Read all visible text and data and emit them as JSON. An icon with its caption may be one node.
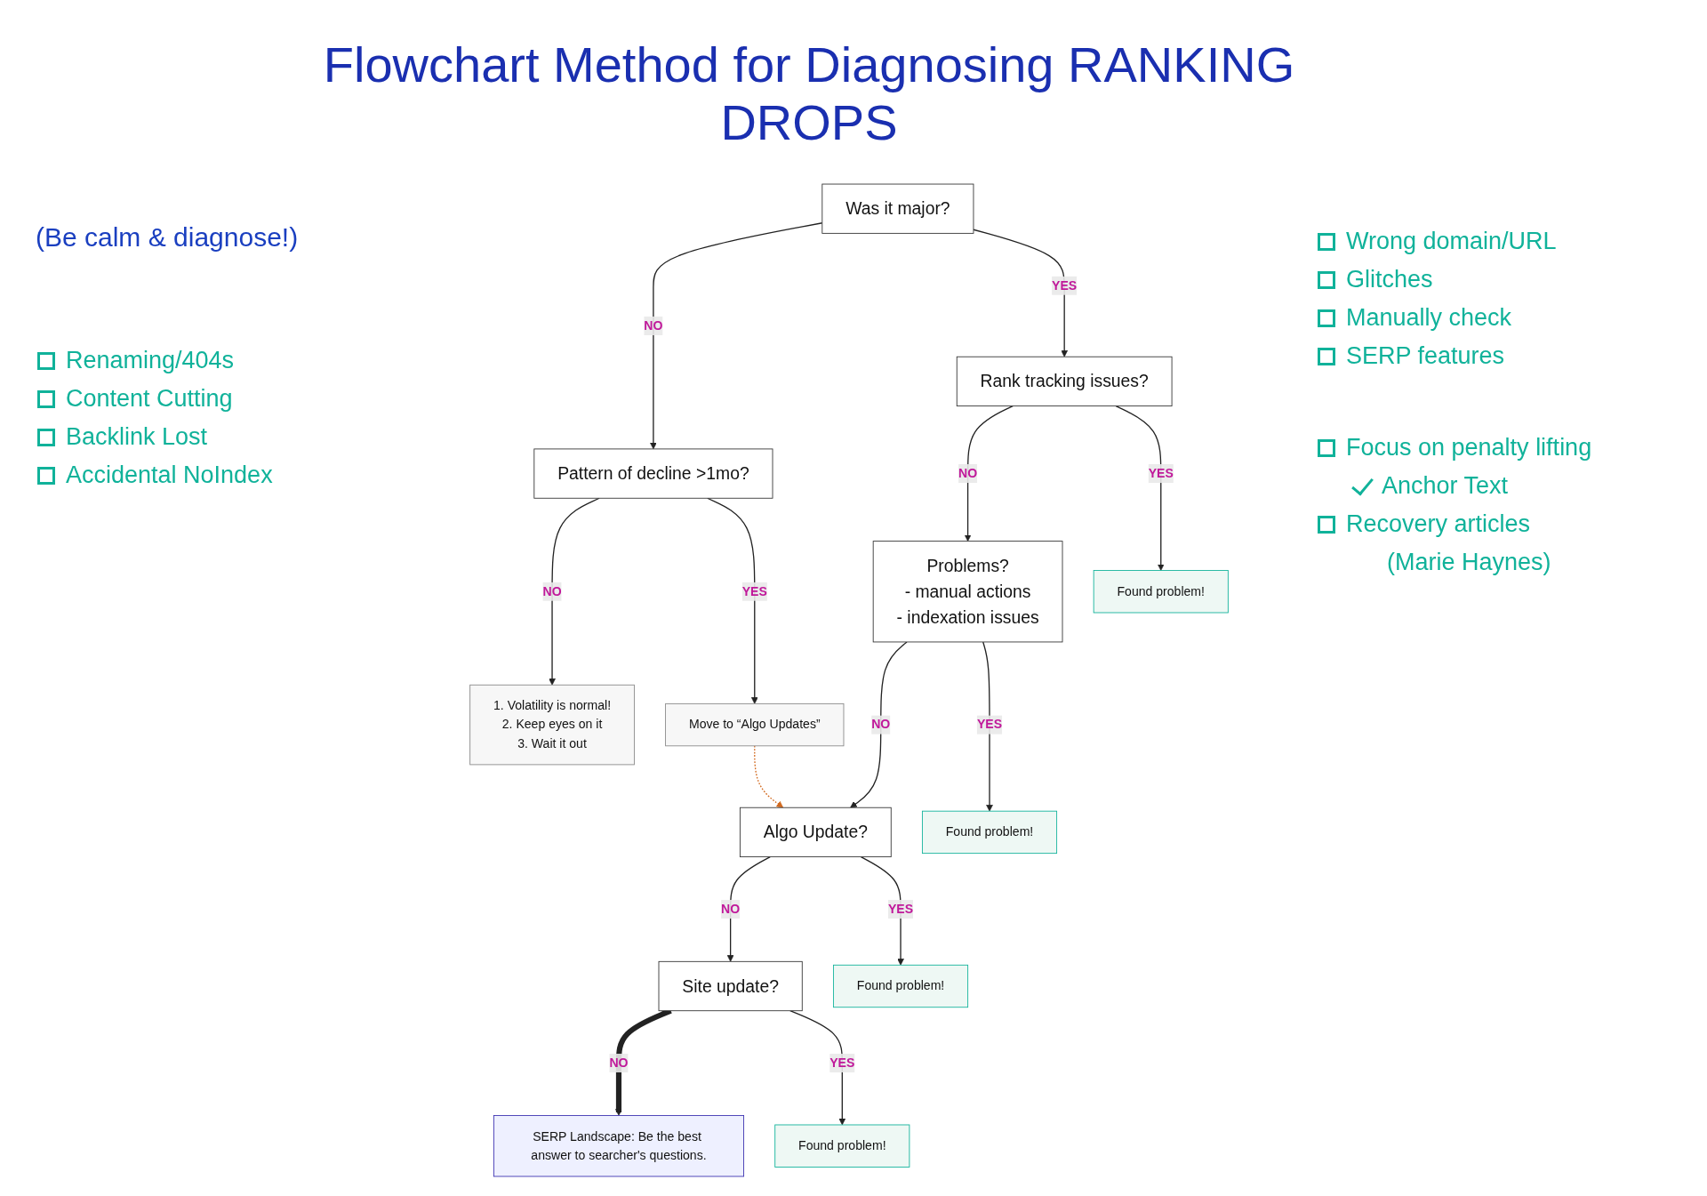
{
  "diagram": {
    "title": "Flowchart Method for Diagnosing RANKING DROPS",
    "nodes": [
      {
        "text": [
          "Was it major?"
        ]
      },
      {
        "text": [
          "Pattern of decline >1mo?"
        ]
      },
      {
        "text": [
          "Rank tracking issues?"
        ]
      },
      {
        "text": [
          "1. Volatility is normal!",
          "2. Keep eyes on it",
          "3. Wait it out"
        ]
      },
      {
        "text": [
          "Move to “Algo Updates”"
        ]
      },
      {
        "text": [
          "Problems?",
          "- manual actions",
          "- indexation issues"
        ]
      },
      {
        "text": [
          "Found problem!"
        ]
      },
      {
        "text": [
          "Algo Update?"
        ]
      },
      {
        "text": [
          "Found problem!"
        ]
      },
      {
        "text": [
          "Site update?"
        ]
      },
      {
        "text": [
          "Found problem!"
        ]
      },
      {
        "text": [
          "Found problem!"
        ]
      },
      {
        "text": [
          "SERP Landscape: Be the best answer to searcher's questions."
        ]
      }
    ],
    "edges": [
      {
        "from": 0,
        "to": 1,
        "arrow": "to",
        "label": "NO"
      },
      {
        "from": 0,
        "to": 2,
        "arrow": "to",
        "label": "YES"
      },
      {
        "from": 1,
        "to": 3,
        "arrow": "to",
        "label": "NO"
      },
      {
        "from": 1,
        "to": 4,
        "arrow": "to",
        "label": "YES"
      },
      {
        "from": 2,
        "to": 5,
        "arrow": "to",
        "label": "NO"
      },
      {
        "from": 2,
        "to": 6,
        "arrow": "to",
        "label": "YES"
      },
      {
        "from": 5,
        "to": 7,
        "arrow": "to",
        "label": "NO"
      },
      {
        "from": 5,
        "to": 8,
        "arrow": "to",
        "label": "YES"
      },
      {
        "from": 4,
        "to": 7,
        "arrow": "to",
        "style": "dashed",
        "color": "#d2691e"
      },
      {
        "from": 7,
        "to": 9,
        "arrow": "to",
        "label": "NO"
      },
      {
        "from": 7,
        "to": 10,
        "arrow": "to",
        "label": "YES"
      },
      {
        "from": 9,
        "to": 12,
        "arrow": "to",
        "label": "NO",
        "style": "thick"
      },
      {
        "from": 9,
        "to": 11,
        "arrow": "to",
        "label": "YES"
      }
    ],
    "labels": [
      "(Be calm & diagnose!)",
      "Wrong domain/URL",
      "Glitches",
      "Manually check",
      "SERP features",
      "Focus on penalty lifting",
      "Anchor Text",
      "Recovery articles",
      "(Marie Haynes)",
      "Renaming/404s",
      "Content Cutting",
      "Backlink Lost",
      "Accidental NoIndex"
    ]
  }
}
